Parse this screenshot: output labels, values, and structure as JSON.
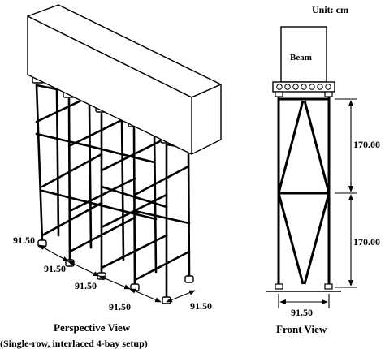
{
  "unit_label": "Unit: cm",
  "beam_label": "Beam",
  "perspective": {
    "caption": "Perspective View",
    "note": "(Single-row, interlaced 4-bay setup)",
    "bay_dims": [
      "91.50",
      "91.50",
      "91.50",
      "91.50",
      "91.50"
    ]
  },
  "front": {
    "caption": "Front View",
    "width_dim": "91.50",
    "height_dims": [
      "170.00",
      "170.00"
    ]
  }
}
